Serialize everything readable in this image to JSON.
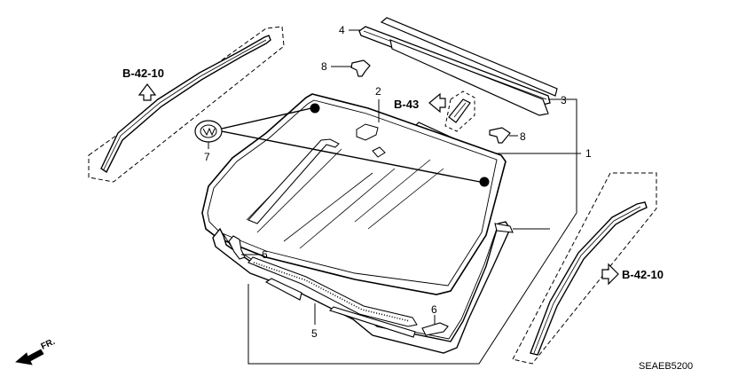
{
  "diagram": {
    "callouts": {
      "p1": "1",
      "p2": "2",
      "p3": "3",
      "p4": "4",
      "p5": "5",
      "p6a": "6",
      "p6b": "6",
      "p7": "7",
      "p8a": "8",
      "p8b": "8"
    },
    "references": {
      "left": "B-42-10",
      "center": "B-43",
      "right": "B-42-10"
    },
    "direction_label": "FR.",
    "figure_code": "SEAEB5200"
  }
}
